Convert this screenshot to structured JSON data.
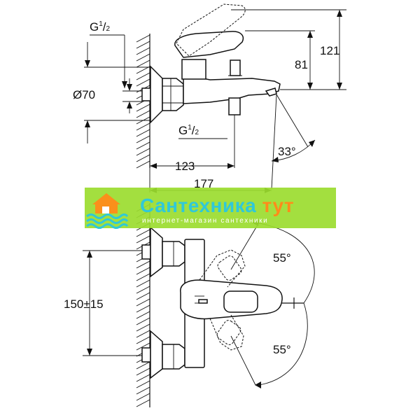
{
  "dimensions": {
    "inlet_thread": {
      "base": "G",
      "num": "1",
      "den": "2"
    },
    "outlet_thread": {
      "base": "G",
      "num": "1",
      "den": "2"
    },
    "flange_diameter": "Ø70",
    "height_total": "121",
    "height_lever": "81",
    "depth_body": "123",
    "depth_spout": "177",
    "spout_angle": "33°",
    "lever_angle_up": "55°",
    "lever_angle_down": "55°",
    "centres": "150±15"
  },
  "watermark": {
    "brand_main": "Сантехника",
    "brand_accent": "тут",
    "tagline": "интернет-магазин сантехники",
    "colors": {
      "band": "#9bdc2f",
      "brand": "#30c8d8",
      "accent": "#ff8c1a"
    }
  }
}
